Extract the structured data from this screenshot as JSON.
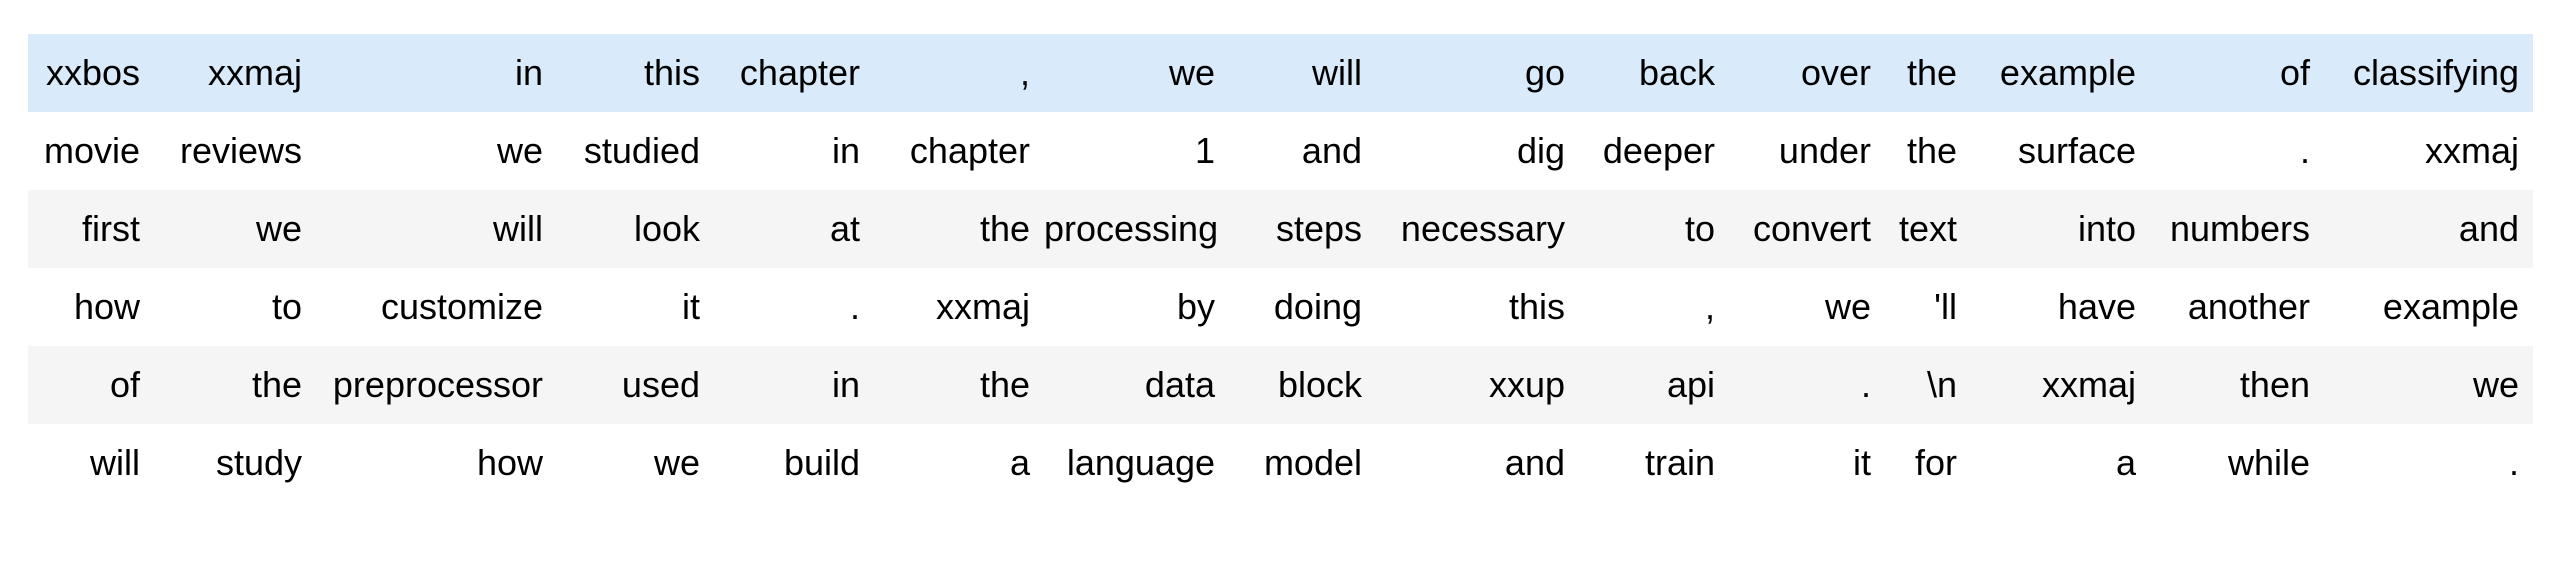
{
  "view": {
    "description": "Tokenized text batch shown as a striped dataframe table",
    "highlighted_row_index": 0
  },
  "colors": {
    "background": "#ffffff",
    "text": "#000000",
    "stripe_row": "#f5f5f5",
    "highlight_row": "#d9eafa"
  },
  "table": {
    "column_count": 15,
    "row_count": 6,
    "rows": [
      [
        "xxbos",
        "xxmaj",
        "in",
        "this",
        "chapter",
        ",",
        "we",
        "will",
        "go",
        "back",
        "over",
        "the",
        "example",
        "of",
        "classifying"
      ],
      [
        "movie",
        "reviews",
        "we",
        "studied",
        "in",
        "chapter",
        "1",
        "and",
        "dig",
        "deeper",
        "under",
        "the",
        "surface",
        ".",
        "xxmaj"
      ],
      [
        "first",
        "we",
        "will",
        "look",
        "at",
        "the",
        "processing",
        "steps",
        "necessary",
        "to",
        "convert",
        "text",
        "into",
        "numbers",
        "and"
      ],
      [
        "how",
        "to",
        "customize",
        "it",
        ".",
        "xxmaj",
        "by",
        "doing",
        "this",
        ",",
        "we",
        "'ll",
        "have",
        "another",
        "example"
      ],
      [
        "of",
        "the",
        "preprocessor",
        "used",
        "in",
        "the",
        "data",
        "block",
        "xxup",
        "api",
        ".",
        "\\n",
        "xxmaj",
        "then",
        "we"
      ],
      [
        "will",
        "study",
        "how",
        "we",
        "build",
        "a",
        "language",
        "model",
        "and",
        "train",
        "it",
        "for",
        "a",
        "while",
        "."
      ]
    ]
  }
}
